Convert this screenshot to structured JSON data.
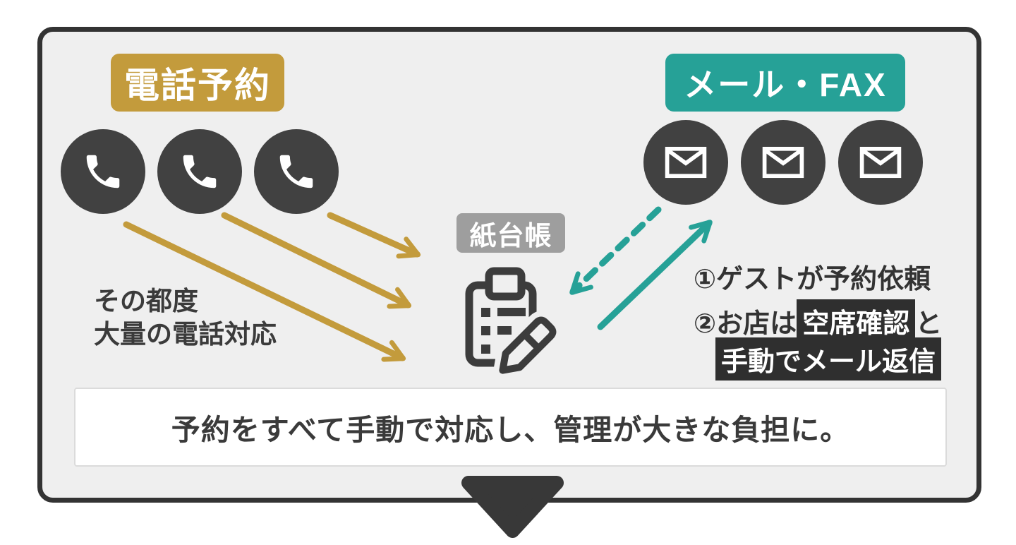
{
  "diagram": {
    "phone": {
      "badge": "電話予約",
      "note_line1": "その都度",
      "note_line2": "大量の電話対応"
    },
    "mail": {
      "badge": "メール・FAX",
      "step1": "①ゲストが予約依頼",
      "step2_prefix": "②お店は",
      "step2_highlight": "空席確認",
      "step2_suffix": "と",
      "step3_highlight": "手動でメール返信"
    },
    "ledger": {
      "badge": "紙台帳"
    },
    "summary": "予約をすべて手動で対応し、管理が大きな負担に。"
  },
  "colors": {
    "gold": "#C39B3C",
    "teal": "#26A197",
    "dark_icon": "#3C3C3C",
    "circle_dark": "#414141",
    "badge_gray": "#9E9E9E",
    "board_bg": "#EFEFEF",
    "board_border": "#333333",
    "highlight_bg": "#2F2F2F",
    "banner_border": "#DBDBDB",
    "triangle": "#383838"
  },
  "icons": [
    "phone-icon",
    "mail-icon",
    "clipboard-pencil-icon",
    "gold-arrow",
    "teal-dashed-arrow",
    "teal-solid-arrow",
    "down-triangle-icon"
  ]
}
